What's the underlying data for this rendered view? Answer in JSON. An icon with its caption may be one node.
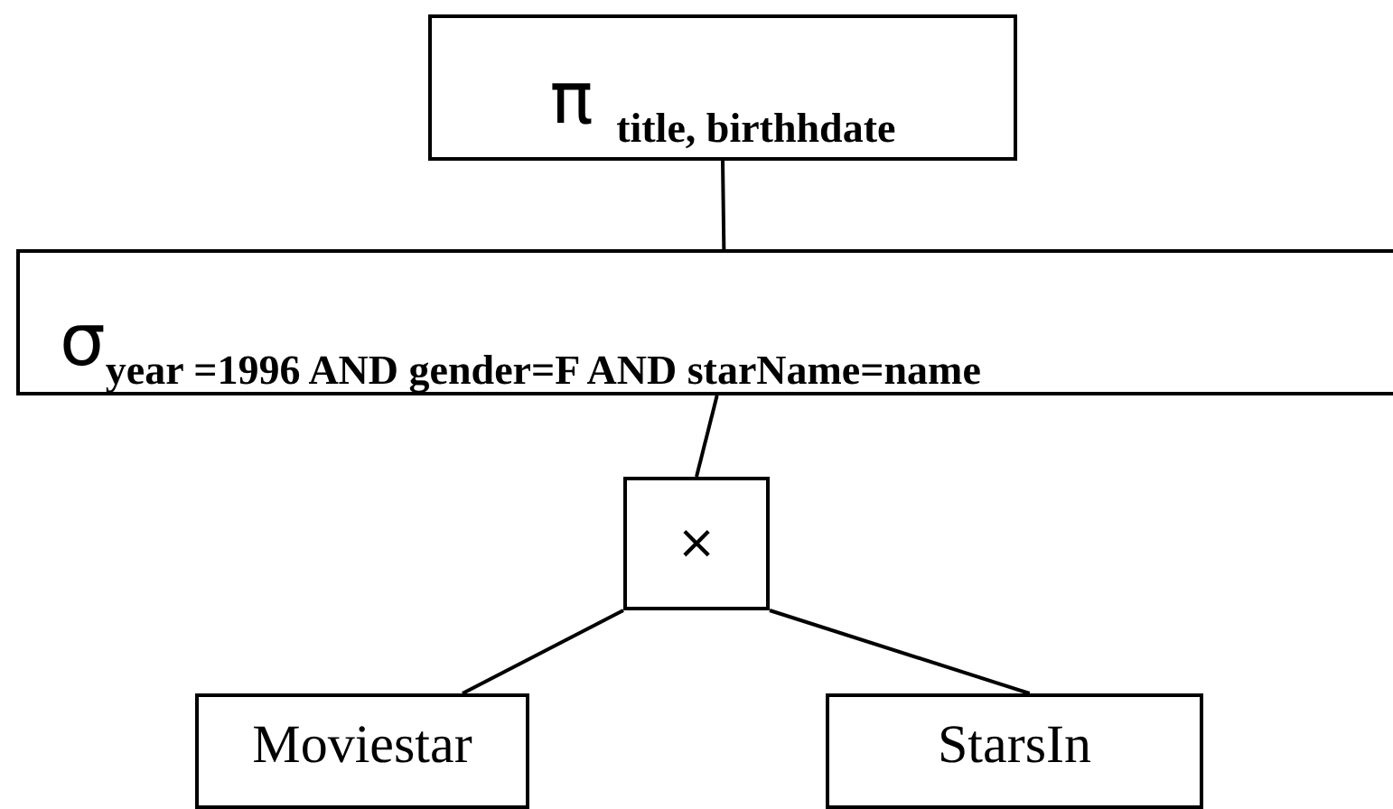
{
  "diagram": {
    "nodes": [
      {
        "text": [
          "π $_{title, birthhdate}$"
        ]
      },
      {
        "text": [
          "σ$_{year =1996 AND gender=F AND starName=name}$"
        ]
      },
      {
        "text": [
          "×"
        ]
      },
      {
        "text": [
          "Moviestar"
        ]
      },
      {
        "text": [
          "StarsIn"
        ]
      }
    ],
    "edges": [
      {
        "from": 0,
        "to": 1,
        "arrow": "none"
      },
      {
        "from": 1,
        "to": 2,
        "arrow": "none"
      },
      {
        "from": 2,
        "to": 3,
        "arrow": "none"
      },
      {
        "from": 2,
        "to": 4,
        "arrow": "none"
      }
    ]
  }
}
